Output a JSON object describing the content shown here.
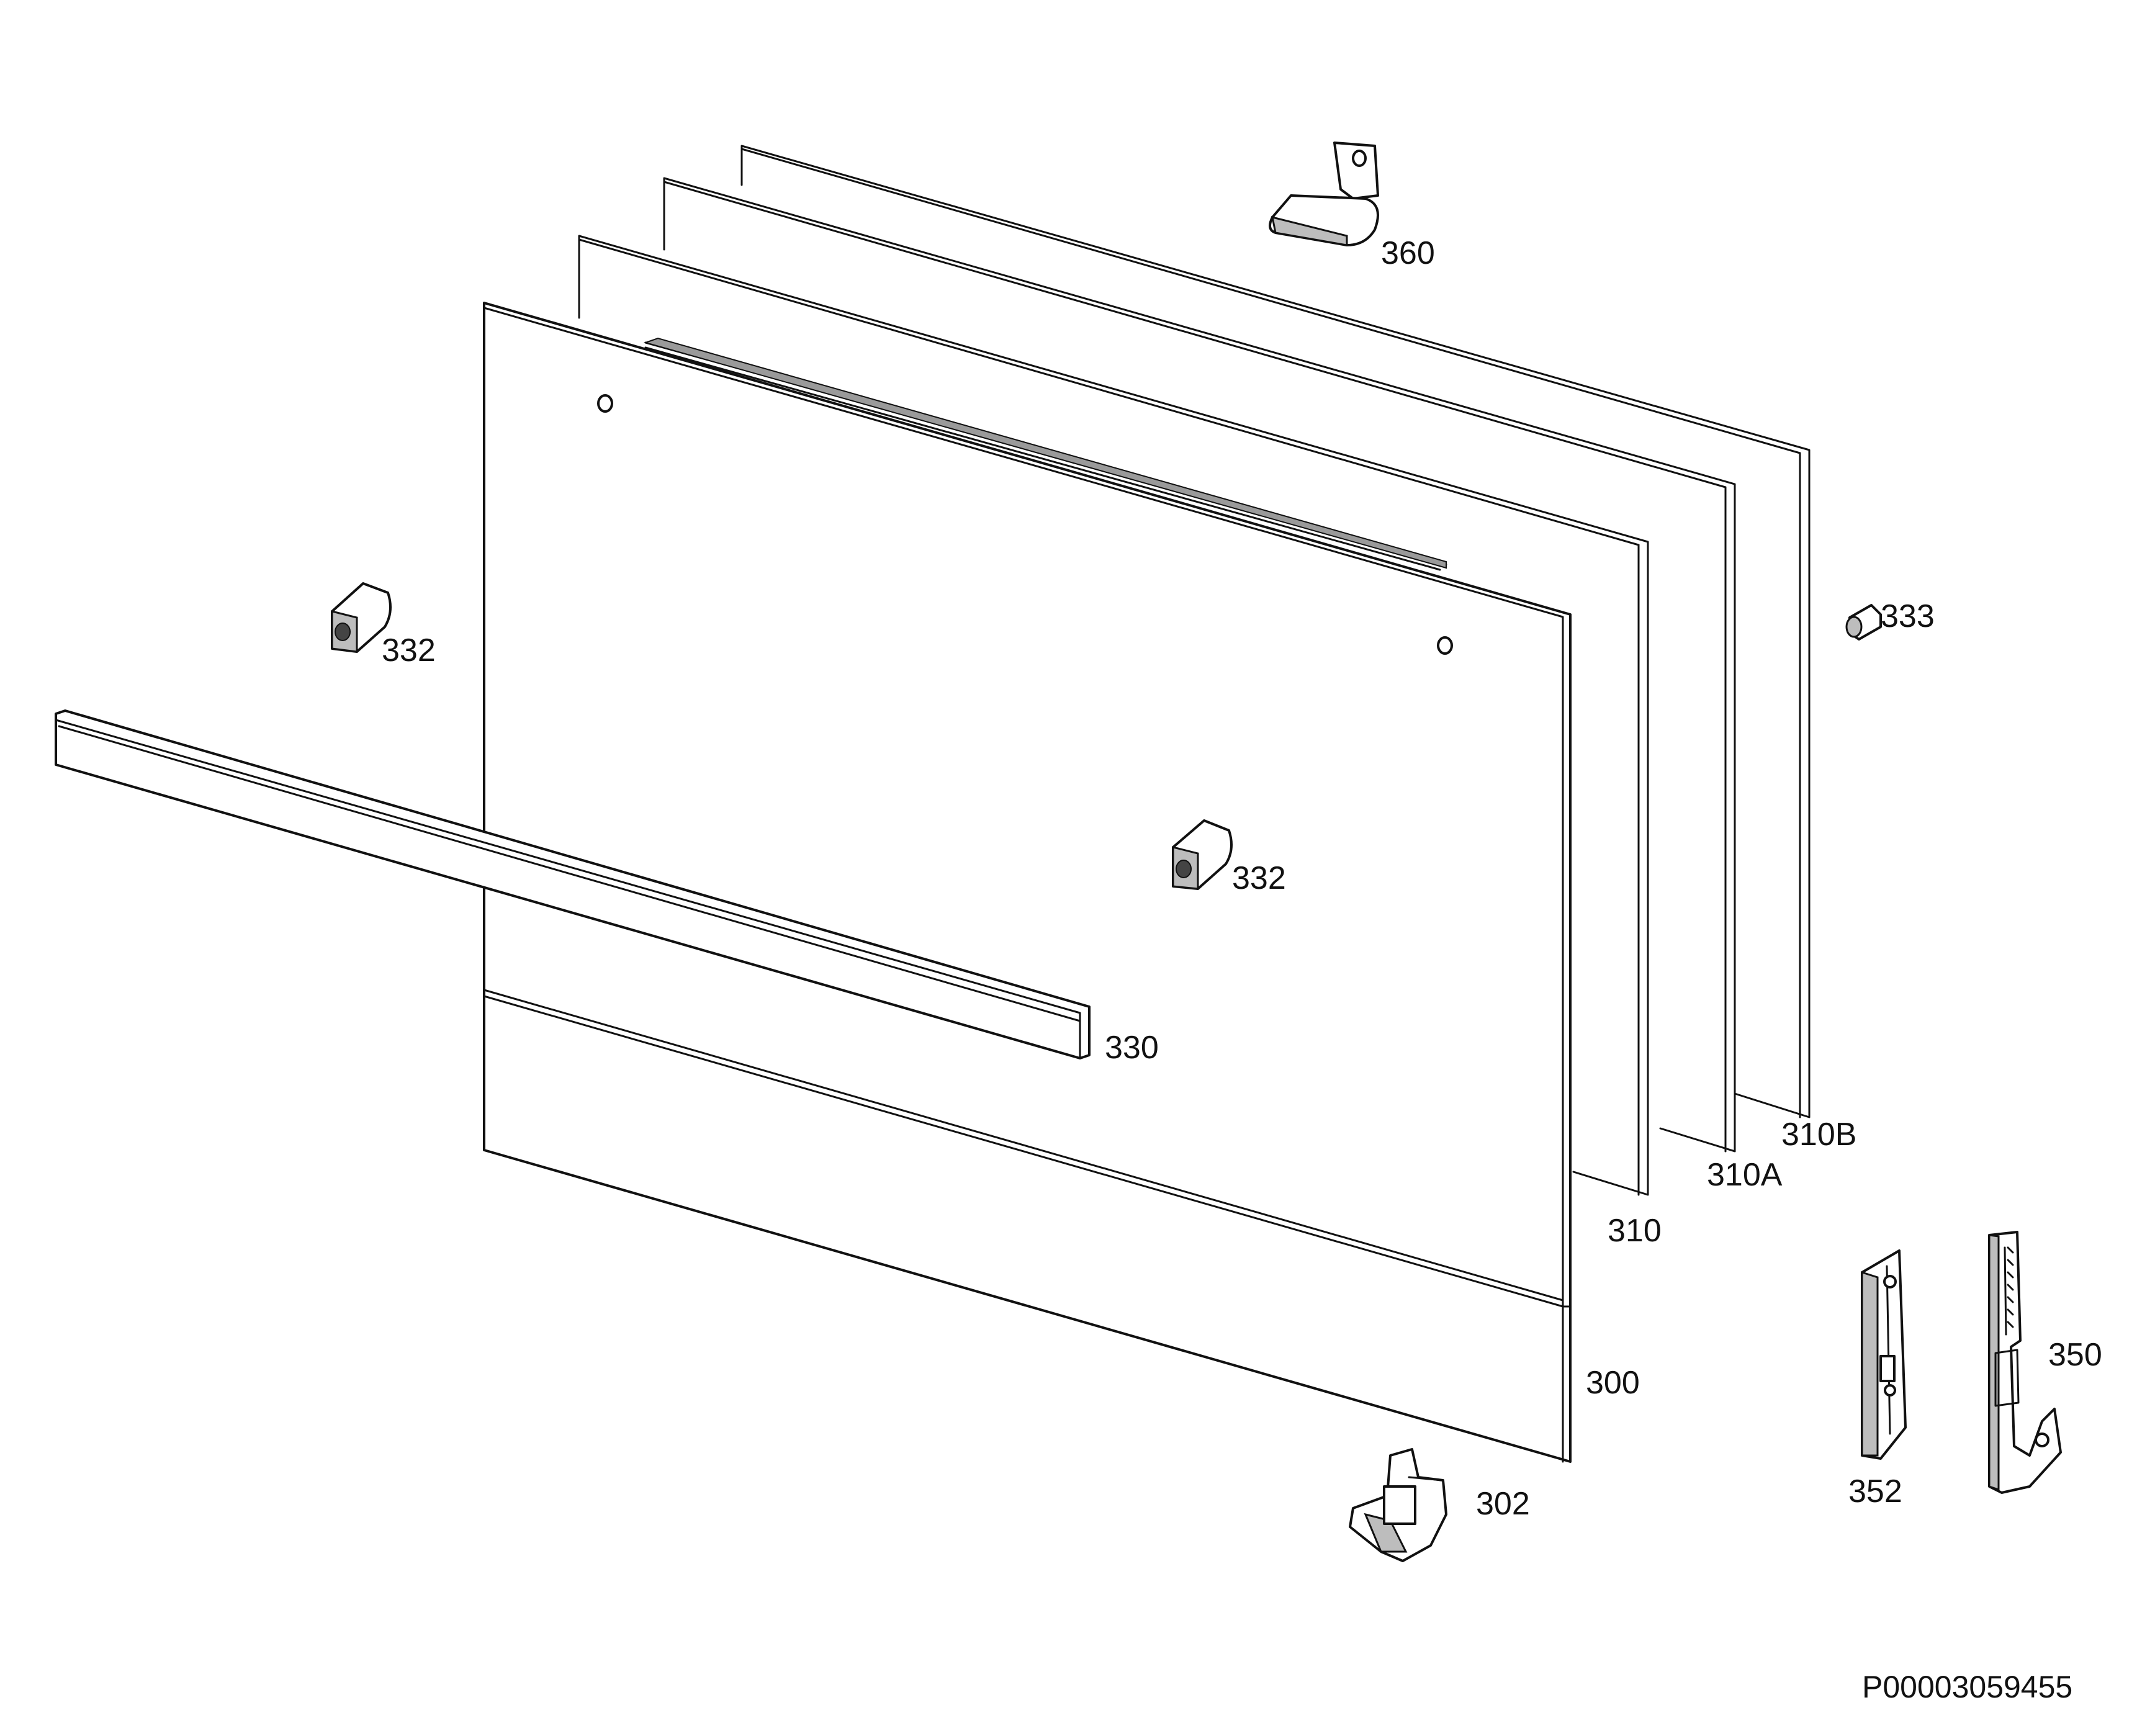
{
  "labels": {
    "p360": "360",
    "p333": "333",
    "p332a": "332",
    "p332b": "332",
    "p330": "330",
    "p310B": "310B",
    "p310A": "310A",
    "p310": "310",
    "p300": "300",
    "p302": "302",
    "p352": "352",
    "p350": "350"
  },
  "document_code": "P00003059455",
  "colors": {
    "line": "#111111",
    "background": "#ffffff",
    "shade": "#bdbdbd"
  }
}
